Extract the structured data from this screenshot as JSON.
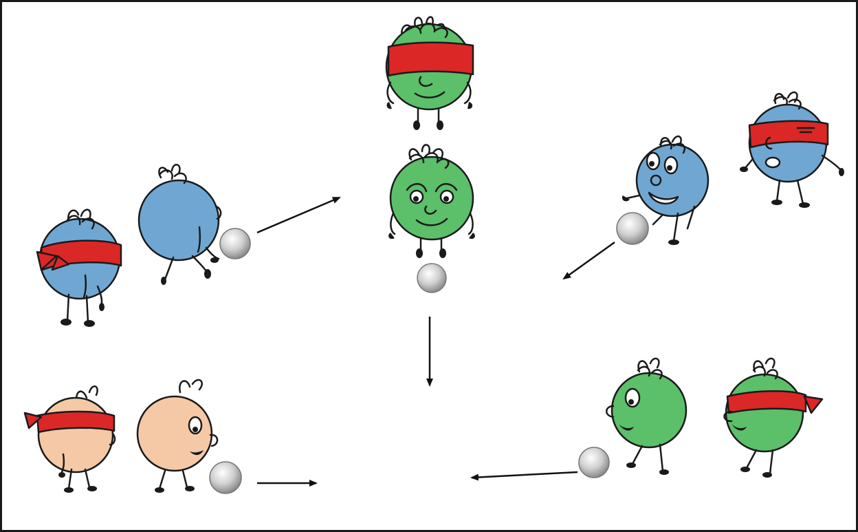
{
  "colors": {
    "frame": "#1a1a1a",
    "blue": "#6fa7d2",
    "green": "#5cbf6a",
    "peach": "#f5c9a6",
    "blindfold": "#dc2727",
    "ball": "#c8c8c8",
    "arrow": "#111111"
  },
  "groups": [
    {
      "name": "blue-pair-left",
      "body": "blue",
      "action": "kick",
      "direction": "to-center"
    },
    {
      "name": "green-pair-center",
      "body": "green",
      "action": "kick",
      "direction": "down"
    },
    {
      "name": "blue-pair-right",
      "body": "blue",
      "action": "throw",
      "direction": "to-center"
    },
    {
      "name": "peach-pair-bottom-left",
      "body": "peach",
      "action": "kick",
      "direction": "right"
    },
    {
      "name": "green-pair-bottom-right",
      "body": "green",
      "action": "kick",
      "direction": "left"
    }
  ]
}
